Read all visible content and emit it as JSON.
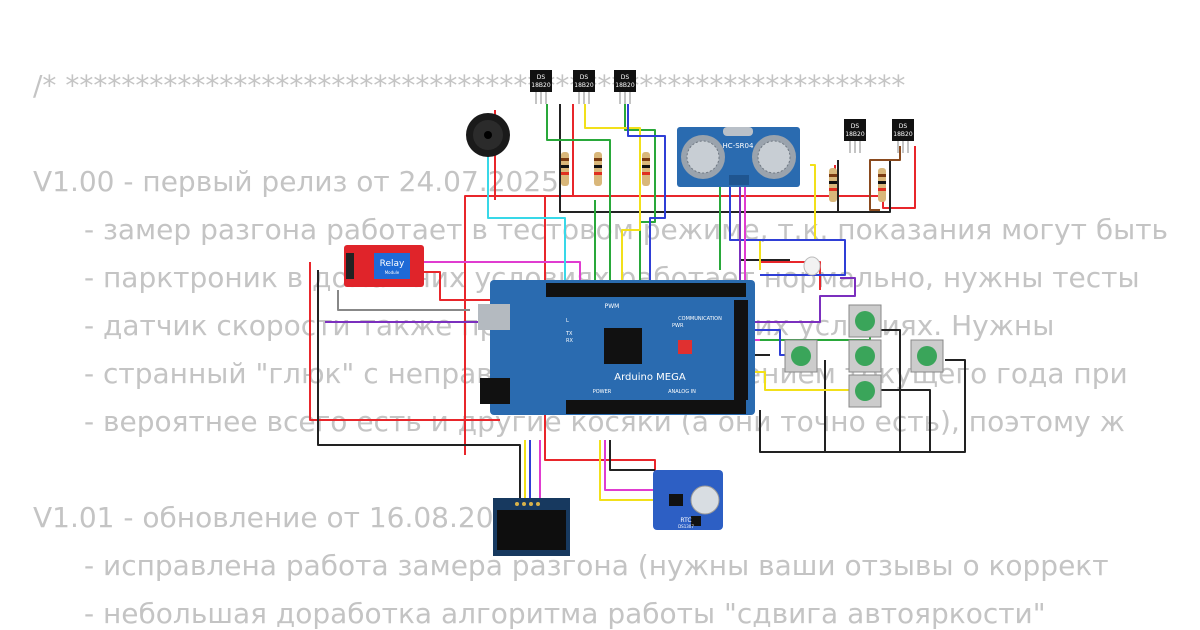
{
  "background_text": {
    "lines": [
      {
        "text": "/* ************************************************************",
        "indent": false
      },
      {
        "text": "",
        "indent": false
      },
      {
        "text": "V1.00 - первый релиз от 24.07.2025",
        "indent": false
      },
      {
        "text": "- замер разгона работает в тестовом режиме, т.к. показания могут быть",
        "indent": true
      },
      {
        "text": "- парктроник в домашних условиях работает нормально, нужны тесты",
        "indent": true
      },
      {
        "text": "- датчик скорости также проверен в домашних условиях. Нужны",
        "indent": true
      },
      {
        "text": "- странный \"глюк\" с неправильным отображением текущего года при",
        "indent": true
      },
      {
        "text": "- вероятнее всего есть и другие косяки (а они точно есть), поэтому ж",
        "indent": true
      },
      {
        "text": "",
        "indent": false
      },
      {
        "text": "V1.01 - обновление от 16.08.2025",
        "indent": false
      },
      {
        "text": "- исправлена работа замера разгона (нужны ваши отзывы о коррект",
        "indent": true
      },
      {
        "text": "- небольшая доработка алгоритма работы \"сдвига автояркости\"",
        "indent": true
      }
    ]
  },
  "components": {
    "temp_sensors": [
      {
        "l1": "DS",
        "l2": "18B20"
      },
      {
        "l1": "DS",
        "l2": "18B20"
      },
      {
        "l1": "DS",
        "l2": "18B20"
      },
      {
        "l1": "DS",
        "l2": "18B20"
      },
      {
        "l1": "DS",
        "l2": "18B20"
      }
    ],
    "ultrasonic": {
      "label": "HC-SR04"
    },
    "relay": {
      "label": "Relay",
      "sublabel": "Module"
    },
    "arduino": {
      "name": "Arduino MEGA",
      "pwm": "PWM",
      "communication": "COMMUNICATION",
      "power": "POWER",
      "analog": "ANALOG IN",
      "tx": "TX",
      "rx": "RX",
      "l": "L",
      "pwr": "PWR"
    },
    "rtc": {
      "label": "RTC",
      "sublabel": "DS1307"
    }
  },
  "colors": {
    "board": "#2a6bb0",
    "board_dark": "#1f5590",
    "relay": "#e0242a",
    "button": "#3aa55a",
    "rtc": "#2d5fc4",
    "oled": "#17395f",
    "wire_red": "#e8262b",
    "wire_black": "#222222",
    "wire_green": "#29a83a",
    "wire_yellow": "#f2e01a",
    "wire_blue": "#2f3fd6",
    "wire_purple": "#7b2fbe",
    "wire_magenta": "#e03cd0",
    "wire_cyan": "#38d8e8",
    "wire_brown": "#8a4a1e"
  }
}
